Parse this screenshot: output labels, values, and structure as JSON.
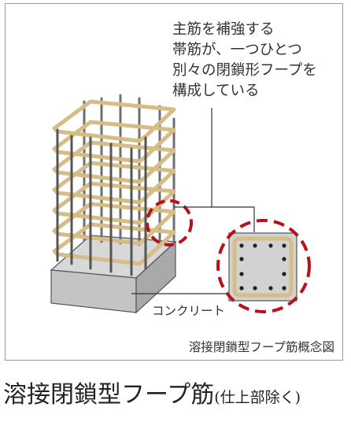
{
  "annotation": {
    "lines": [
      "主筋を補強する",
      "帯筋が、一つひとつ",
      "別々の閉鎖形フープを",
      "構成している"
    ]
  },
  "labels": {
    "concrete": "コンクリート",
    "figure_caption": "溶接閉鎖型フープ筋概念図"
  },
  "caption": {
    "main": "溶接閉鎖型フープ筋",
    "sub": "(仕上部除く)"
  },
  "colors": {
    "hoop": "#d9c08a",
    "rebar": "#6a6a6a",
    "highlight_circle": "#b5121b",
    "concrete": "#cfcfcf"
  }
}
